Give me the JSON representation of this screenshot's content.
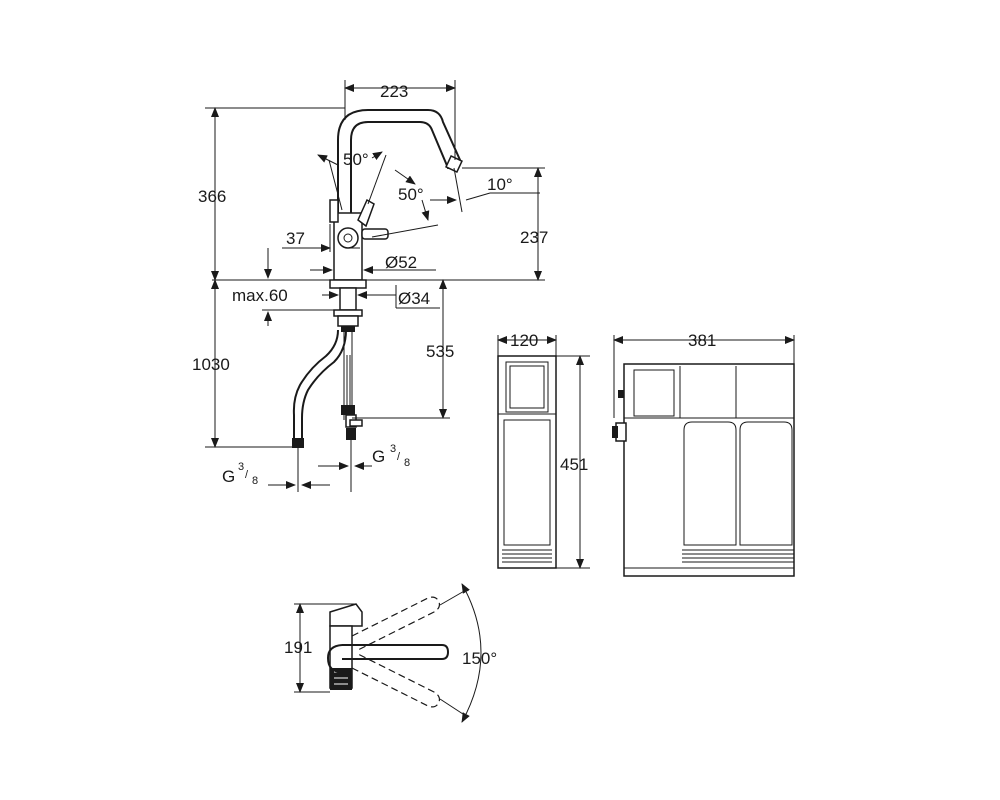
{
  "dimensions": {
    "spout_reach": "223",
    "total_height": "366",
    "spout_height": "237",
    "lever_angle_top": "50°",
    "lever_angle_side": "50°",
    "spout_tilt": "10°",
    "lever_offset": "37",
    "base_diameter": "Ø52",
    "shank_diameter": "Ø34",
    "max_deck_thickness": "max.60",
    "hose_length": "1030",
    "connection_height": "535",
    "filter_depth": "120",
    "filter_height": "451",
    "filter_width": "381",
    "top_view_depth": "191",
    "swivel_angle": "150°"
  },
  "connections": {
    "left": {
      "letter": "G",
      "numerator": "3",
      "denominator": "8"
    },
    "right": {
      "letter": "G",
      "numerator": "3",
      "denominator": "8"
    }
  }
}
